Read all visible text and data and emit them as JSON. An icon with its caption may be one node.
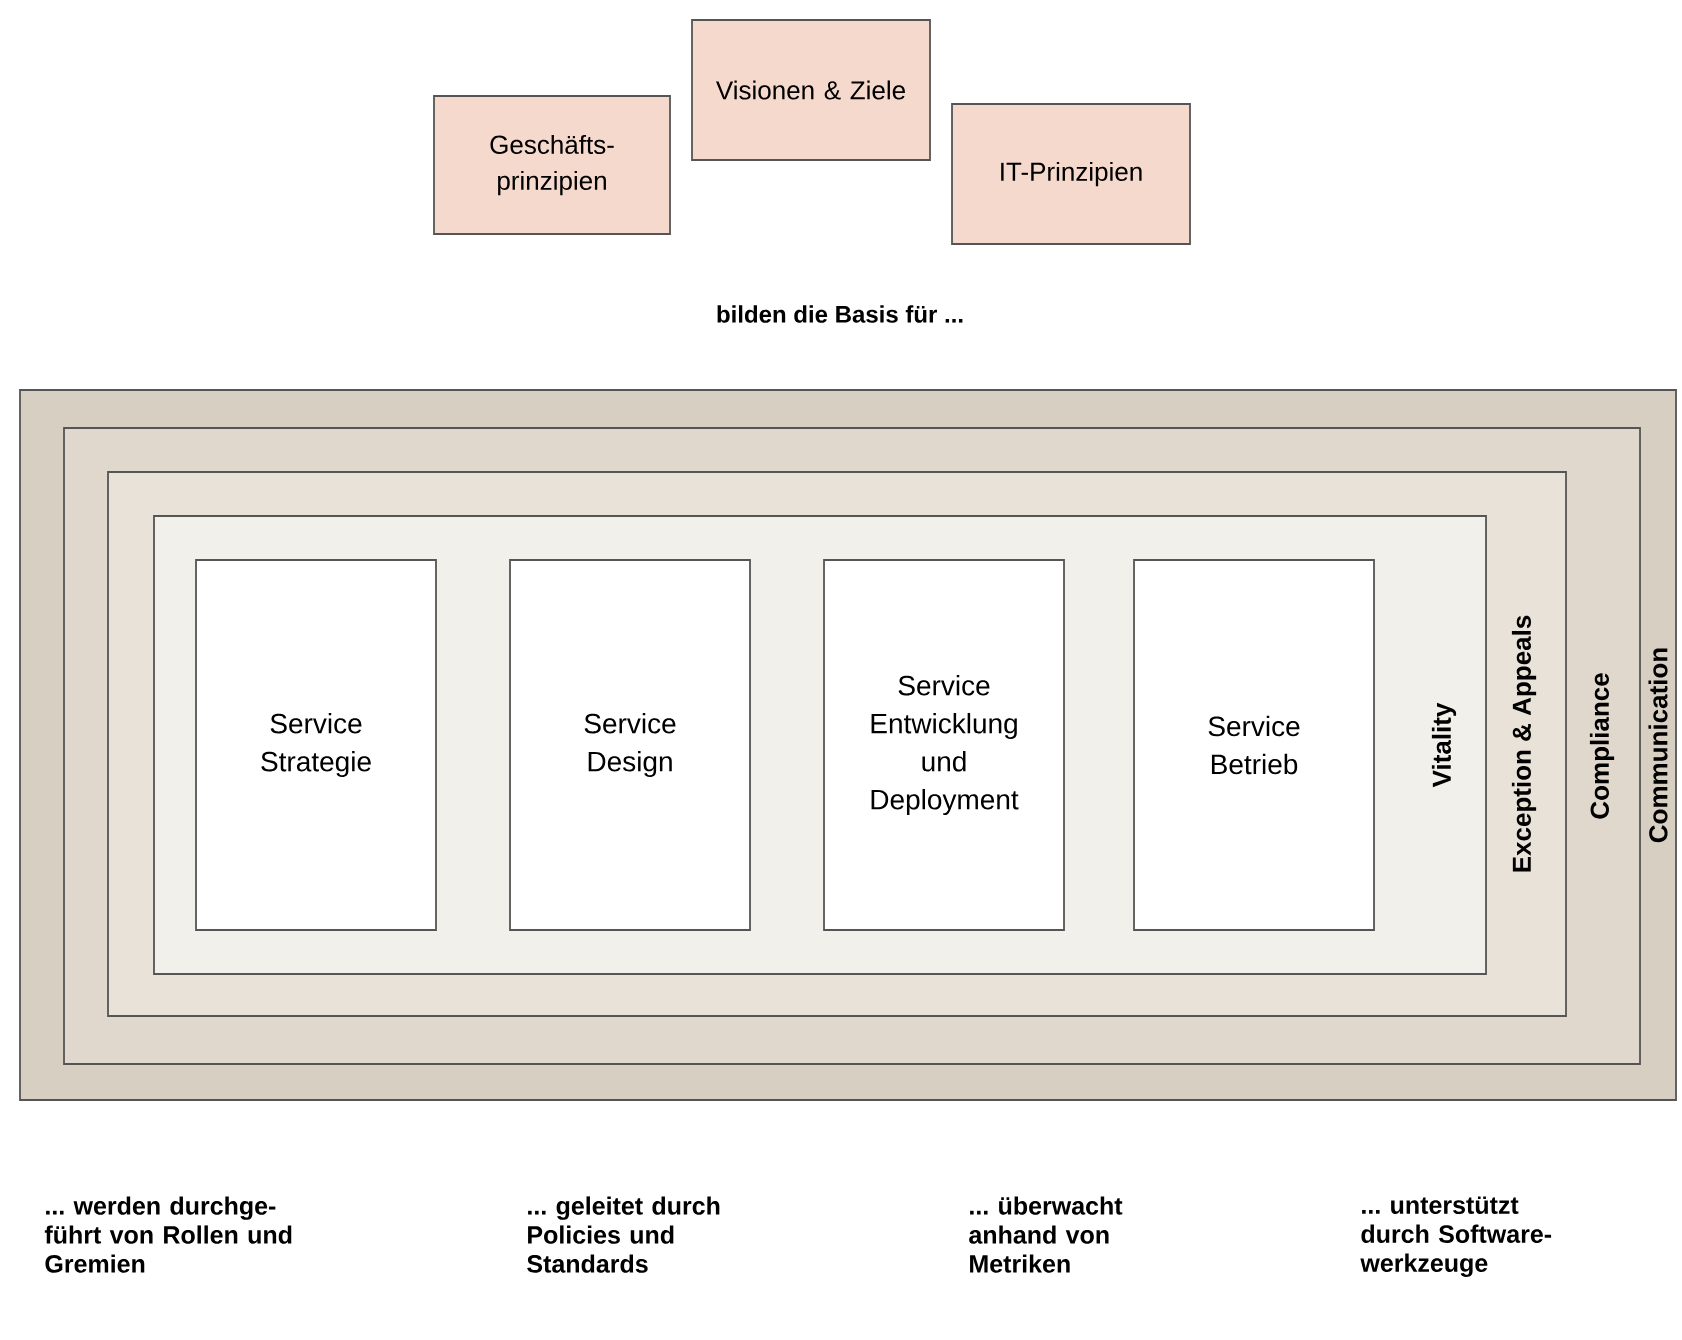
{
  "diagram": {
    "nodes": [
      {
        "text": [
          "Geschäfts- prinzipien"
        ]
      },
      {
        "text": [
          "Visionen & Ziele"
        ]
      },
      {
        "text": [
          "IT-Prinzipien"
        ]
      },
      {
        "text": [
          "Communication"
        ]
      },
      {
        "text": [
          "Compliance"
        ],
        "in": 3
      },
      {
        "text": [
          "Exception & Appeals"
        ],
        "in": 4
      },
      {
        "text": [
          "Vitality"
        ],
        "in": 5
      },
      {
        "text": [
          "Service Strategie"
        ],
        "in": 6
      },
      {
        "text": [
          "Service Design"
        ],
        "in": 6
      },
      {
        "text": [
          "Service Entwicklung und Deployment"
        ],
        "in": 6
      },
      {
        "text": [
          "Service Betrieb"
        ],
        "in": 6
      }
    ],
    "labels": [
      "bilden die Basis für ...",
      "... werden durchge- führt von Rollen und Gremien",
      "... geleitet durch Policies und Standards",
      "... überwacht anhand von Metriken",
      "... unterstützt durch Software- werkzeuge"
    ]
  }
}
